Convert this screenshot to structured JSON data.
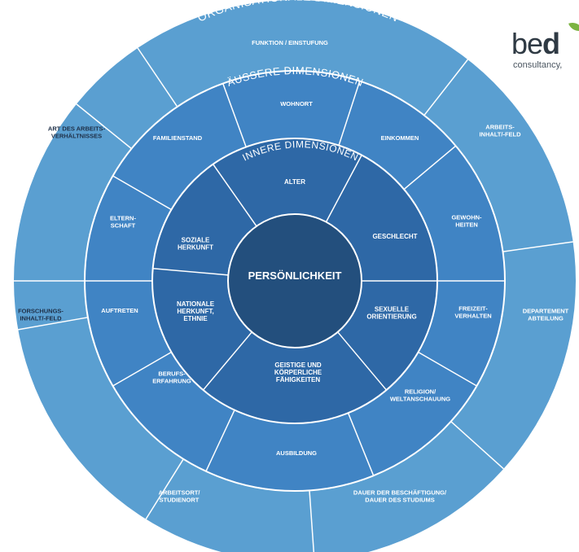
{
  "center": {
    "label": "PERSÖNLICHKEIT"
  },
  "rings": {
    "inner": {
      "title": "INNERE DIMENSIONEN",
      "segments": [
        {
          "label": [
            "ALTER"
          ]
        },
        {
          "label": [
            "GESCHLECHT"
          ]
        },
        {
          "label": [
            "SEXUELLE",
            "ORIENTIERUNG"
          ]
        },
        {
          "label": [
            "GEISTIGE UND",
            "KÖRPERLICHE",
            "FÄHIGKEITEN"
          ]
        },
        {
          "label": [
            "NATIONALE",
            "HERKUNFT,",
            "ETHNIE"
          ]
        },
        {
          "label": [
            "SOZIALE",
            "HERKUNFT"
          ]
        }
      ]
    },
    "outer": {
      "title": "ÄUSSERE DIMENSIONEN",
      "segments": [
        {
          "label": [
            "WOHNORT"
          ]
        },
        {
          "label": [
            "EINKOMMEN"
          ]
        },
        {
          "label": [
            "GEWOHN-",
            "HEITEN"
          ]
        },
        {
          "label": [
            "FREIZEIT-",
            "VERHALTEN"
          ]
        },
        {
          "label": [
            "RELIGION/",
            "WELTANSCHAUUNG"
          ]
        },
        {
          "label": [
            "AUSBILDUNG"
          ]
        },
        {
          "label": [
            "BERUFS-",
            "ERFAHRUNG"
          ]
        },
        {
          "label": [
            "AUFTRETEN"
          ]
        },
        {
          "label": [
            "ELTERN-",
            "SCHAFT"
          ]
        },
        {
          "label": [
            "FAMILIENSTAND"
          ]
        }
      ]
    },
    "organisational": {
      "title": "ORGANISATIONALE DIMENSIONEN",
      "segments": [
        {
          "label": [
            "FUNKTION / EINSTUFUNG"
          ]
        },
        {
          "label": [
            "ARBEITS-",
            "INHALT/-FELD"
          ]
        },
        {
          "label": [
            "DEPARTEMENT",
            "ABTEILUNG"
          ]
        },
        {
          "label": [
            "DAUER DER BESCHÄFTIGUNG/",
            "DAUER DES STUDIUMS"
          ]
        },
        {
          "label": [
            "ARBEITSORT/",
            "STUDIENORT"
          ]
        },
        {
          "label": [
            "FORSCHUNGS-",
            "INHALT/-FELD"
          ]
        },
        {
          "label": [
            "ART DES ARBEITS-",
            "VERHÄLTNISSES"
          ]
        }
      ]
    }
  },
  "logo": {
    "word_light": "be",
    "word_bold": "d",
    "subtitle": "consultancy,"
  },
  "colors": {
    "org_ring": "#5a9fd1",
    "outer_ring": "#4084c4",
    "inner_ring": "#2e68a6",
    "center": "#234f7d",
    "divider": "#ffffff"
  }
}
